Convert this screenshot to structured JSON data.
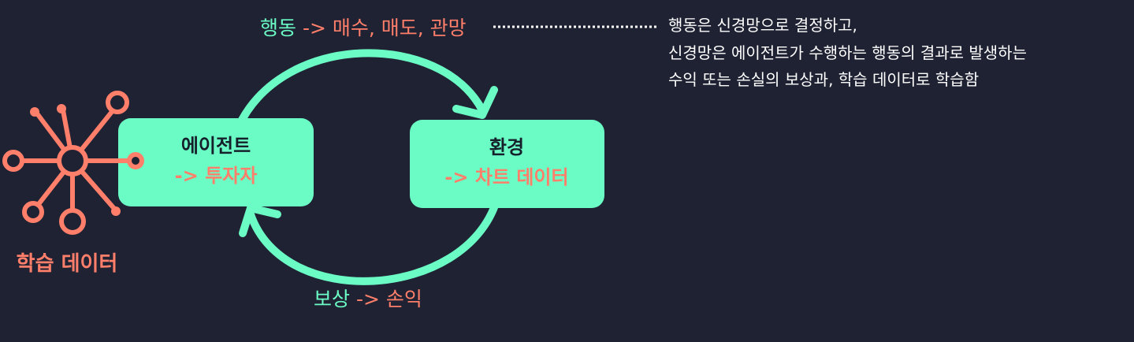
{
  "colors": {
    "background": "#1f2233",
    "mint": "#6bfcc6",
    "coral": "#ff7f6a",
    "text_dark": "#15202b",
    "text_light": "#ffffff"
  },
  "action": {
    "prefix": "행동",
    "arrow": " -> ",
    "options": "매수, 매도, 관망"
  },
  "reward": {
    "prefix": "보상",
    "arrow": " -> ",
    "value": "손익"
  },
  "agent": {
    "title": "에이전트",
    "subtitle": "-> 투자자"
  },
  "environment": {
    "title": "환경",
    "subtitle": "-> 차트 데이터"
  },
  "training_data": {
    "label": "학습 데이터",
    "icon": "neural-network-icon"
  },
  "note": {
    "lines": [
      "행동은 신경망으로 결정하고,",
      "신경망은 에이전트가 수행하는 행동의 결과로 발생하는",
      "수익 또는 손실의 보상과, 학습 데이터로 학습함"
    ]
  }
}
